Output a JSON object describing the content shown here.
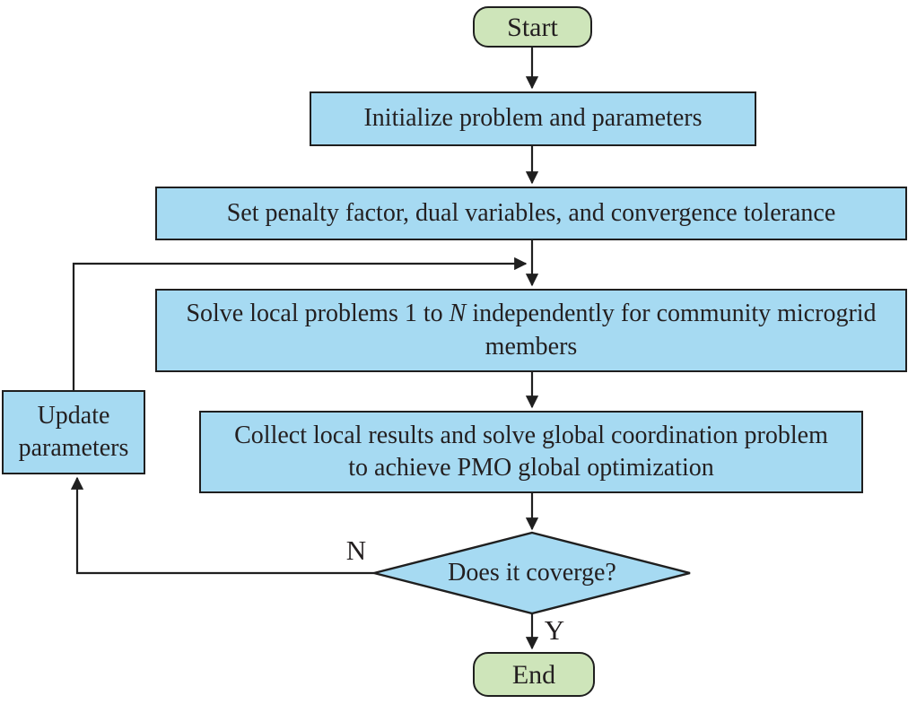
{
  "title": "Distributed optimization flowchart",
  "colors": {
    "canvas_bg": "#ffffff",
    "process_fill": "#a6daf2",
    "terminal_fill": "#cee5ba",
    "border": "#1f1f1f",
    "line": "#1f1f1f",
    "text": "#231f20"
  },
  "nodes": {
    "start": {
      "type": "terminal",
      "label": "Start"
    },
    "initialize": {
      "type": "process",
      "label": "Initialize problem and parameters"
    },
    "set_penalty": {
      "type": "process",
      "label": "Set penalty factor, dual variables, and convergence tolerance"
    },
    "solve_local": {
      "type": "process",
      "text_before": "Solve local problems 1 to ",
      "variable": "N",
      "text_after": " independently for community microgrid members"
    },
    "collect": {
      "type": "process",
      "label": "Collect local results and solve global coordination problem to achieve PMO global optimization"
    },
    "decision": {
      "type": "decision",
      "label": "Does it coverge?"
    },
    "update": {
      "type": "process",
      "label": "Update parameters"
    },
    "end": {
      "type": "terminal",
      "label": "End"
    }
  },
  "edges": {
    "no_label": "N",
    "yes_label": "Y"
  }
}
